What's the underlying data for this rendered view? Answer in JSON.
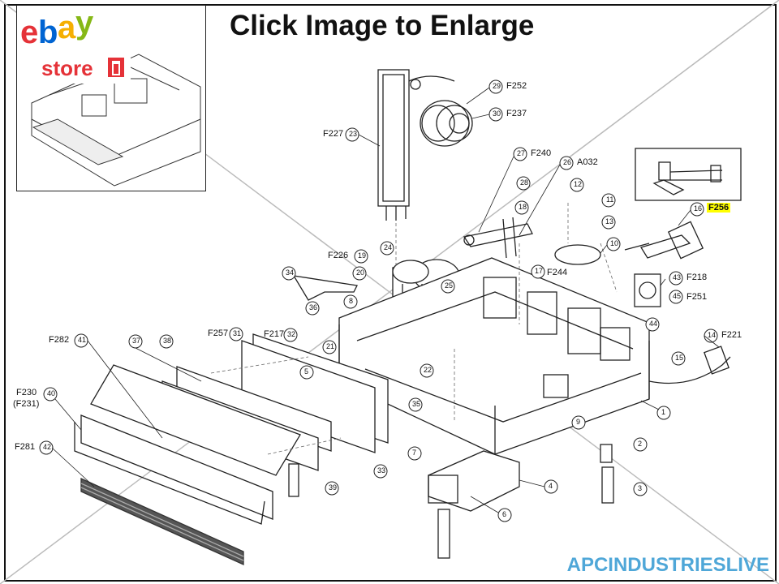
{
  "title": "Click Image to Enlarge",
  "watermark": "APCINDUSTRIESLIVE",
  "brand": {
    "logo_text": "ebay",
    "store_text": "store"
  },
  "highlight_color": "#ffff00",
  "part_labels": {
    "f252": "F252",
    "f237": "F237",
    "f227": "F227",
    "f240": "F240",
    "a032": "A032",
    "f256": "F256",
    "f226": "F226",
    "f244": "F244",
    "f218": "F218",
    "f251": "F251",
    "f257": "F257",
    "f217": "F217",
    "f282": "F282",
    "f221": "F221",
    "f230": "F230",
    "f231": "(F231)",
    "f281": "F281"
  },
  "callouts": {
    "c29": "29",
    "c30": "30",
    "c23": "23",
    "c27": "27",
    "c26": "26",
    "c28": "28",
    "c12": "12",
    "c18": "18",
    "c11": "11",
    "c13": "13",
    "c16": "16",
    "c10": "10",
    "c17": "17",
    "c19": "19",
    "c24": "24",
    "c20": "20",
    "c25": "25",
    "c34": "34",
    "c43": "43",
    "c45": "45",
    "c36": "36",
    "c8": "8",
    "c31": "31",
    "c32": "32",
    "c44": "44",
    "c41": "41",
    "c37": "37",
    "c38": "38",
    "c21": "21",
    "c14": "14",
    "c15": "15",
    "c40": "40",
    "c5": "5",
    "c22": "22",
    "c35": "35",
    "c1": "1",
    "c9": "9",
    "c42": "42",
    "c7": "7",
    "c33": "33",
    "c2": "2",
    "c39": "39",
    "c4": "4",
    "c3": "3",
    "c6": "6"
  }
}
